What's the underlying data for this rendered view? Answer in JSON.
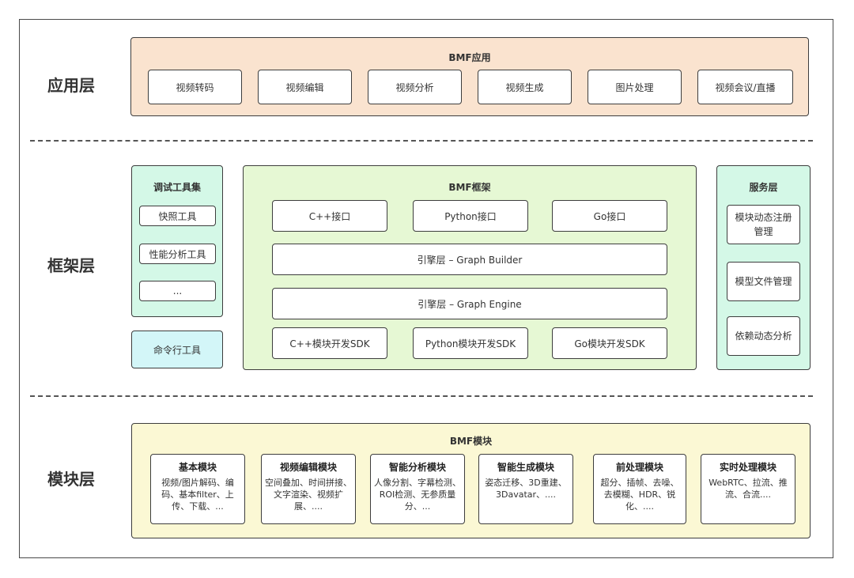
{
  "layers": {
    "app": "应用层",
    "framework": "框架层",
    "module": "模块层"
  },
  "app_layer": {
    "title": "BMF应用",
    "items": [
      "视频转码",
      "视频编辑",
      "视频分析",
      "视频生成",
      "图片处理",
      "视频会议/直播"
    ]
  },
  "debug_tools": {
    "title": "调试工具集",
    "items": [
      "快照工具",
      "性能分析工具",
      "..."
    ]
  },
  "cli_tool": "命令行工具",
  "framework": {
    "title": "BMF框架",
    "interfaces": [
      "C++接口",
      "Python接口",
      "Go接口"
    ],
    "engine_builder": "引擎层 – Graph Builder",
    "engine_engine": "引擎层 – Graph Engine",
    "sdks": [
      "C++模块开发SDK",
      "Python模块开发SDK",
      "Go模块开发SDK"
    ]
  },
  "service_layer": {
    "title": "服务层",
    "items": [
      "模块动态注册管理",
      "模型文件管理",
      "依赖动态分析"
    ]
  },
  "modules": {
    "title": "BMF模块",
    "items": [
      {
        "title": "基本模块",
        "desc": "视频/图片解码、编码、基本filter、上传、下载、..."
      },
      {
        "title": "视频编辑模块",
        "desc": "空间叠加、时间拼接、文字渲染、视频扩展、...."
      },
      {
        "title": "智能分析模块",
        "desc": "人像分割、字幕检测、ROI检测、无参质量分、..."
      },
      {
        "title": "智能生成模块",
        "desc": "姿态迁移、3D重建、3Davatar、...."
      },
      {
        "title": "前处理模块",
        "desc": "超分、插帧、去噪、去模糊、HDR、锐化、...."
      },
      {
        "title": "实时处理模块",
        "desc": "WebRTC、拉流、推流、合流...."
      }
    ]
  }
}
